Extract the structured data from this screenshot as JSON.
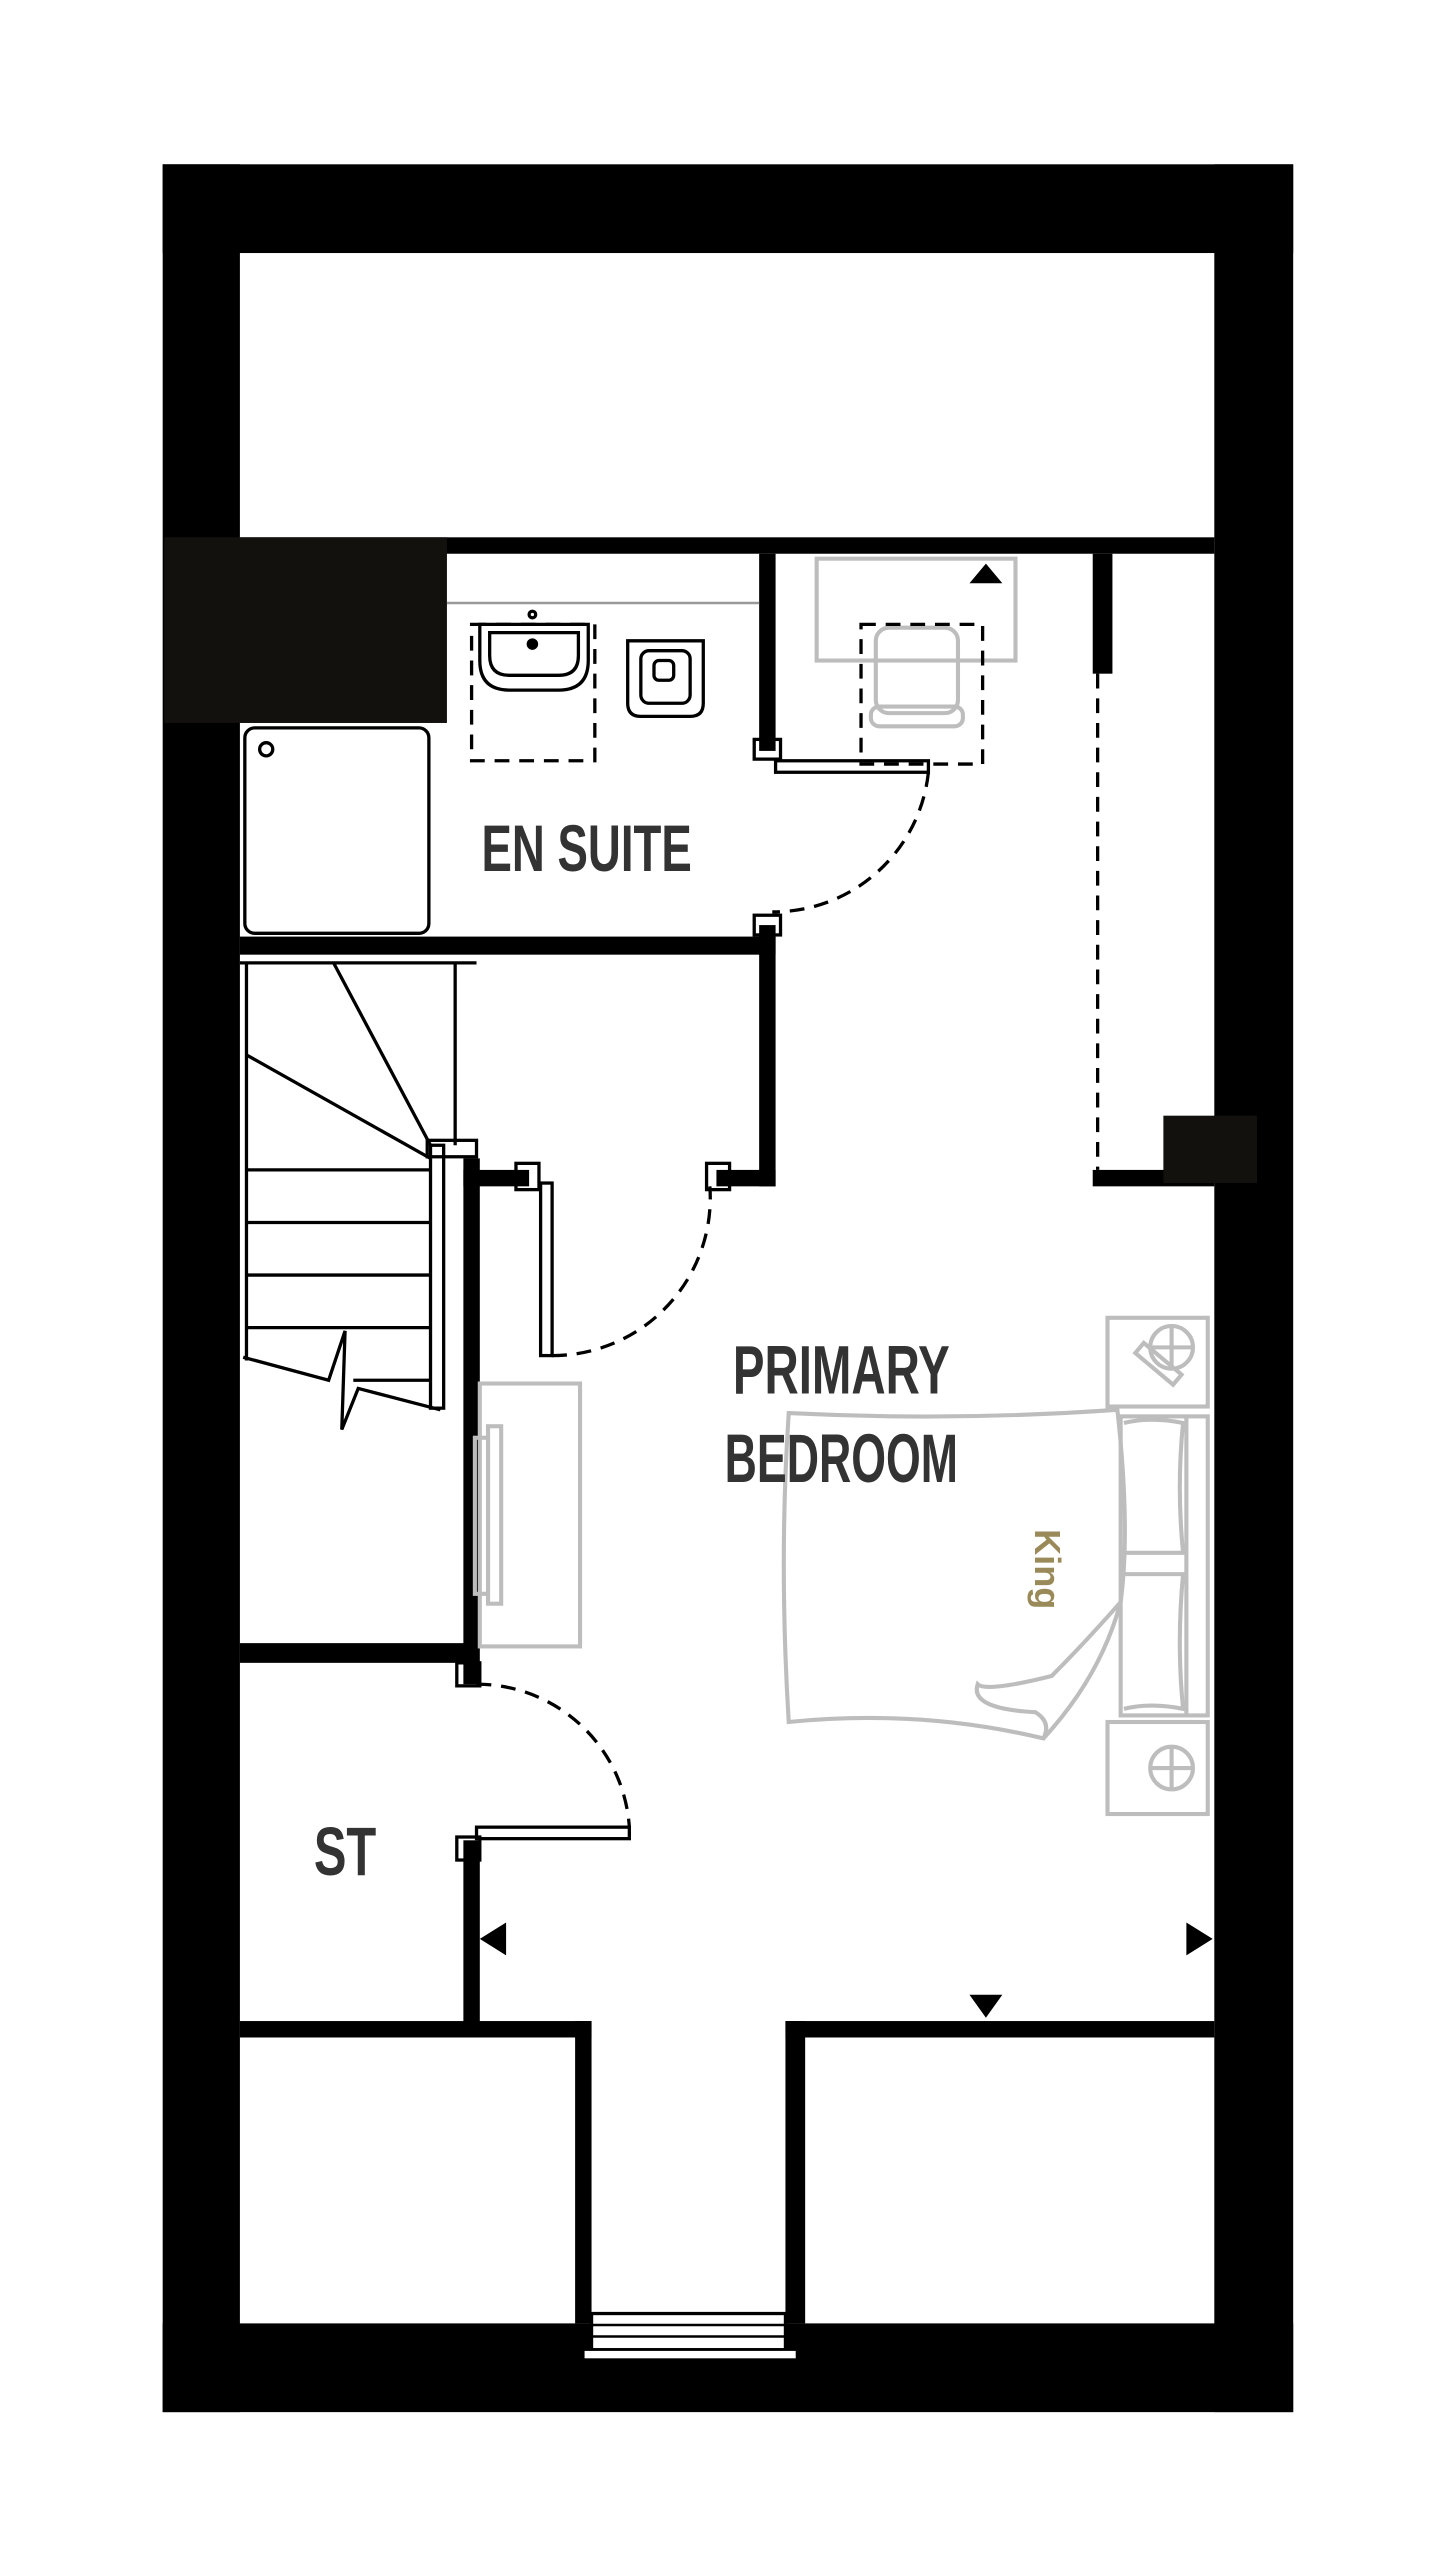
{
  "rooms": {
    "en_suite": "EN SUITE",
    "primary_line1": "PRIMARY",
    "primary_line2": "BEDROOM",
    "storage": "ST"
  },
  "furniture": {
    "bed_size": "King"
  },
  "colors": {
    "wall": "#000000",
    "label": "#333333",
    "furniture": "#bdbdbd",
    "bed_label": "#9a8a5a",
    "dark_block": "#13110e"
  }
}
